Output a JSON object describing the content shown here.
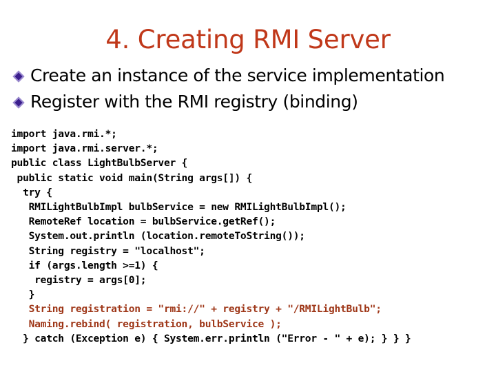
{
  "slide": {
    "title": "4. Creating RMI Server",
    "title_color": "#C0381A",
    "background_color": "#ffffff",
    "bullet_marker_icon": "diamond-bullet-icon",
    "bullet_marker_color": "#3B1E8C",
    "bullets": [
      {
        "label": "Create an instance of the service implementation"
      },
      {
        "label": "Register with the RMI registry (binding)"
      }
    ],
    "code": {
      "default_color": "#000000",
      "accent_color": "#9E3617",
      "lines": [
        {
          "text": "import java.rmi.*;",
          "accent": false
        },
        {
          "text": "import java.rmi.server.*;",
          "accent": false
        },
        {
          "text": "public class LightBulbServer {",
          "accent": false
        },
        {
          "text": " public static void main(String args[]) {",
          "accent": false
        },
        {
          "text": "  try {",
          "accent": false
        },
        {
          "text": "   RMILightBulbImpl bulbService = new RMILightBulbImpl();",
          "accent": false
        },
        {
          "text": "   RemoteRef location = bulbService.getRef();",
          "accent": false
        },
        {
          "text": "   System.out.println (location.remoteToString());",
          "accent": false
        },
        {
          "text": "   String registry = \"localhost\";",
          "accent": false
        },
        {
          "text": "   if (args.length >=1) {",
          "accent": false
        },
        {
          "text": "    registry = args[0];",
          "accent": false
        },
        {
          "text": "   }",
          "accent": false
        },
        {
          "text": "   String registration = \"rmi://\" + registry + \"/RMILightBulb\";",
          "accent": true
        },
        {
          "text": "   Naming.rebind( registration, bulbService );",
          "accent": true
        },
        {
          "text": "  } catch (Exception e) { System.err.println (\"Error - \" + e); } } }",
          "accent": false
        }
      ]
    }
  }
}
